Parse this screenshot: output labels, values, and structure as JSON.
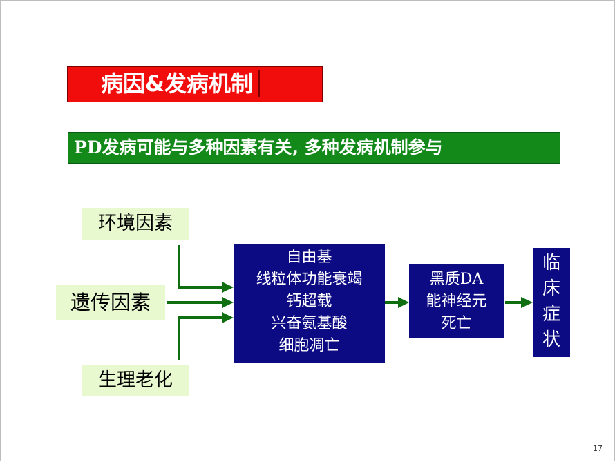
{
  "title": "病因&发病机制",
  "subtitle_prefix": "PD",
  "subtitle_rest": "发病可能与多种因素有关, 多种发病机制参与",
  "factors": [
    "环境因素",
    "遗传因素",
    "生理老化"
  ],
  "mechanisms": [
    "自由基",
    "线粒体功能衰竭",
    "钙超载",
    "兴奋氨基酸",
    "细胞凋亡"
  ],
  "neuron_line1_a": "黑质",
  "neuron_line1_b": "DA",
  "neuron_lines": [
    "能神经元",
    "死亡"
  ],
  "symptom_chars": [
    "临",
    "床",
    "症",
    "状"
  ],
  "page_number": "17",
  "colors": {
    "title_bg": "#f20d0d",
    "subtitle_bg": "#13891a",
    "factor_bg": "#e8f9cf",
    "box_bg": "#0d0b84",
    "arrow": "#0f6e0f"
  }
}
